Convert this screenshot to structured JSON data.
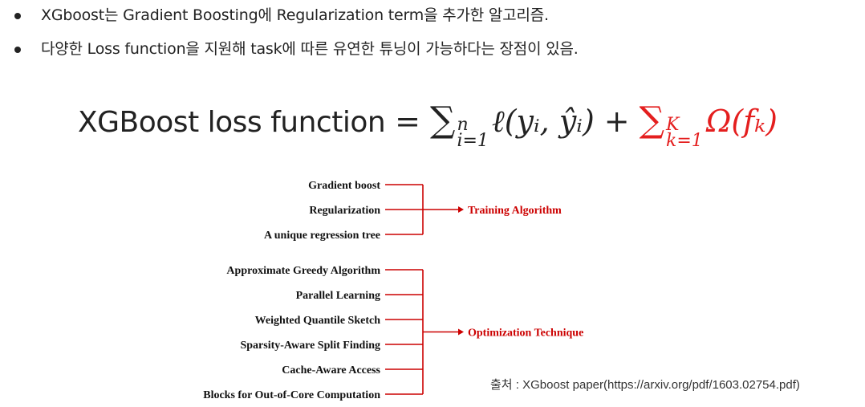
{
  "bullets": [
    "XGboost는 Gradient Boosting에 Regularization term을 추가한 알고리즘.",
    "다양한 Loss function을 지원해 task에 따른 유연한 튜닝이 가능하다는 장점이 있음."
  ],
  "formula": {
    "lhs": "XGBoost loss function",
    "equals": "=",
    "sum1": {
      "symbol": "∑",
      "upper": "n",
      "lower": "i=1",
      "term": "ℓ(yᵢ, ŷᵢ)"
    },
    "plus": "+",
    "sum2": {
      "symbol": "∑",
      "upper": "K",
      "lower": "k=1",
      "term": "Ω(fₖ)"
    },
    "accent_color": "#e41e1e"
  },
  "diagram": {
    "groups": [
      {
        "label": "Training Algorithm",
        "items": [
          "Gradient boost",
          "Regularization",
          "A unique regression tree"
        ]
      },
      {
        "label": "Optimization Technique",
        "items": [
          "Approximate Greedy Algorithm",
          "Parallel Learning",
          "Weighted Quantile Sketch",
          "Sparsity-Aware Split Finding",
          "Cache-Aware Access",
          "Blocks for Out-of-Core Computation"
        ]
      }
    ],
    "line_color": "#cc0000",
    "item_color": "#111111",
    "label_color": "#cc0000"
  },
  "source": "출처 : XGboost paper(https://arxiv.org/pdf/1603.02754.pdf)"
}
